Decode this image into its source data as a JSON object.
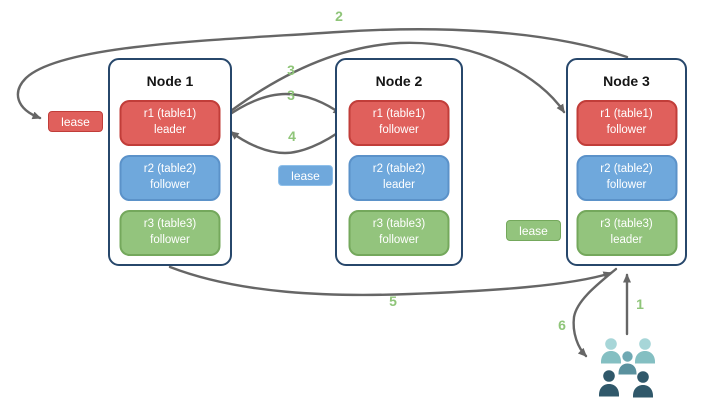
{
  "diagram": {
    "nodes": [
      {
        "title": "Node 1",
        "replicas": [
          {
            "name": "r1 (table1)",
            "role": "leader",
            "color": "red"
          },
          {
            "name": "r2 (table2)",
            "role": "follower",
            "color": "blue"
          },
          {
            "name": "r3 (table3)",
            "role": "follower",
            "color": "green"
          }
        ]
      },
      {
        "title": "Node 2",
        "replicas": [
          {
            "name": "r1 (table1)",
            "role": "follower",
            "color": "red"
          },
          {
            "name": "r2 (table2)",
            "role": "leader",
            "color": "blue"
          },
          {
            "name": "r3 (table3)",
            "role": "follower",
            "color": "green"
          }
        ]
      },
      {
        "title": "Node 3",
        "replicas": [
          {
            "name": "r1 (table1)",
            "role": "follower",
            "color": "red"
          },
          {
            "name": "r2 (table2)",
            "role": "follower",
            "color": "blue"
          },
          {
            "name": "r3 (table3)",
            "role": "leader",
            "color": "green"
          }
        ]
      }
    ],
    "leases": [
      {
        "label": "lease",
        "color": "red"
      },
      {
        "label": "lease",
        "color": "blue"
      },
      {
        "label": "lease",
        "color": "green"
      }
    ],
    "steps": {
      "s1": "1",
      "s2": "2",
      "s3a": "3",
      "s3b": "3",
      "s4": "4",
      "s5": "5",
      "s6": "6"
    },
    "icons": {
      "users": "users-group-icon"
    },
    "colors": {
      "red_fill": "#E0605C",
      "red_border": "#C13D39",
      "blue_fill": "#6FA8DC",
      "blue_border": "#5B92C9",
      "green_fill": "#93C47D",
      "green_border": "#74A85C",
      "node_border": "#27476B",
      "arrow": "#666666",
      "step_label": "#8FC579",
      "users_light": "#A7D6D8",
      "users_mid": "#6FA9B3",
      "users_dark": "#30586A"
    }
  }
}
